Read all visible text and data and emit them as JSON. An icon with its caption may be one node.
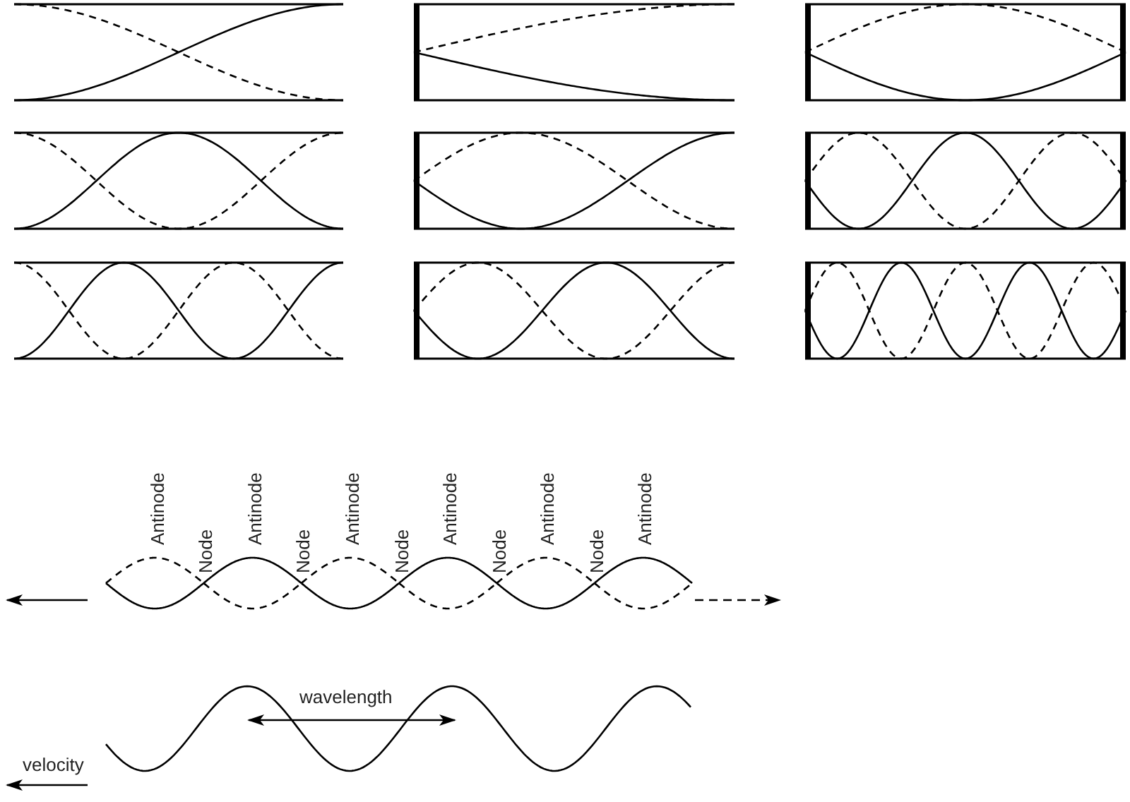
{
  "diagram": {
    "labels": [
      "Antinode",
      "Node",
      "Antinode",
      "Node",
      "Antinode",
      "Node",
      "Antinode",
      "Node",
      "Antinode",
      "Node",
      "Antinode",
      "wavelength",
      "velocity"
    ]
  }
}
